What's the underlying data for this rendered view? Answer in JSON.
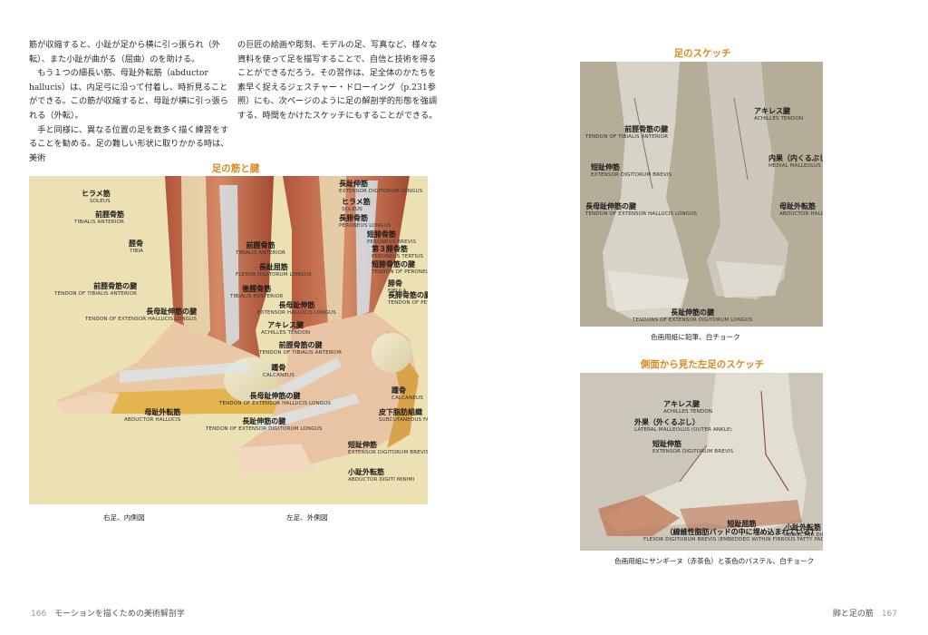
{
  "left_text": {
    "paragraphs": [
      "筋が収縮すると、小趾が足から横に引っ張られ（外転）、また小趾が曲がる（屈曲）のを助ける。",
      "もう１つの細長い筋、母趾外転筋（abductor hallucis）は、内足弓に沿って付着し、時折見ることができる。この筋が収縮すると、母趾が横に引っ張られる（外転）。",
      "手と同様に、異なる位置の足を数多く描く練習をすることを勧める。足の難しい形状に取りかかる時は、美術"
    ]
  },
  "mid_text": {
    "paragraph": "の巨匠の絵画や彫刻、モデルの足、写真など、様々な資料を使って足を描写することで、自信と技術を得ることができるだろう。その習作は、足全体のかたちを素早く捉えるジェスチャー・ドローイング（p.231参照）にも、次ページのように足の解剖学的形態を強調する、時間をかけたスケッチにもすることができる。"
  },
  "main_figure": {
    "title": "足の筋と腱",
    "labels_left": [
      {
        "jp": "ヒラメ筋",
        "en": "SOLEUS"
      },
      {
        "jp": "前脛骨筋",
        "en": "TIBIALIS ANTERIOR"
      },
      {
        "jp": "脛骨",
        "en": "TIBIA"
      },
      {
        "jp": "前脛骨筋の腱",
        "en": "TENDON OF TIBIALIS ANTERIOR"
      },
      {
        "jp": "長母趾伸筋の腱",
        "en": "TENDON OF EXTENSOR HALLUCIS LONGUS"
      },
      {
        "jp": "母趾外転筋",
        "en": "ABDUCTOR HALLUCIS"
      }
    ],
    "labels_center": [
      {
        "jp": "前脛骨筋",
        "en": "TIBIALIS ANTERIOR"
      },
      {
        "jp": "長趾屈筋",
        "en": "FLEXOR DIGITORUM LONGUS"
      },
      {
        "jp": "後脛骨筋",
        "en": "TIBIALIS POSTERIOR"
      },
      {
        "jp": "長母趾伸筋",
        "en": "EXTENSOR HALLUCIS LONGUS"
      },
      {
        "jp": "アキレス腱",
        "en": "ACHILLES TENDON"
      },
      {
        "jp": "前脛骨筋の腱",
        "en": "TENDON OF TIBIALIS ANTERIOR"
      },
      {
        "jp": "踵骨",
        "en": "CALCANEUS"
      },
      {
        "jp": "長母趾伸筋の腱",
        "en": "TENDON OF EXTENSOR HALLUCIS LONGUS"
      },
      {
        "jp": "長趾伸筋の腱",
        "en": "TENDON OF EXTENSOR DIGITORUM LONGUS"
      }
    ],
    "labels_right": [
      {
        "jp": "長趾伸筋",
        "en": "EXTENSOR DIGITORUM LONGUS"
      },
      {
        "jp": "ヒラメ筋",
        "en": "SOLEUS"
      },
      {
        "jp": "長腓骨筋",
        "en": "PERONEUS LONGUS"
      },
      {
        "jp": "短腓骨筋",
        "en": "PERONEUS BREVIS"
      },
      {
        "jp": "第３腓骨筋",
        "en": "PERONEUS TERTIUS"
      },
      {
        "jp": "短腓骨筋の腱",
        "en": "TENDON OF PERONEUS BREVIS"
      },
      {
        "jp": "腓骨",
        "en": "FIBULA"
      },
      {
        "jp": "長腓骨筋の腱",
        "en": "TENDON OF PERONEUS LONGUS"
      },
      {
        "jp": "踵骨",
        "en": "CALCANEUS"
      },
      {
        "jp": "皮下脂肪組織",
        "en": "SUBCUTANEOUS FATTY TISSUE"
      },
      {
        "jp": "短趾伸筋",
        "en": "EXTENSOR DIGITORUM BREVIS"
      },
      {
        "jp": "小趾外転筋",
        "en": "ABDUCTOR DIGITI MINIMI"
      }
    ],
    "caption_left": "右足、内側図",
    "caption_right": "左足、外側図"
  },
  "sketch1": {
    "title": "足のスケッチ",
    "labels": [
      {
        "jp": "アキレス腱",
        "en": "ACHILLES TENDON"
      },
      {
        "jp": "前脛骨筋の腱",
        "en": "TENDON OF TIBIALIS ANTERIOR"
      },
      {
        "jp": "内果（内くるぶし）",
        "en": "MEDIAL MALLEOLUS (INNER ANKLE)"
      },
      {
        "jp": "短趾伸筋",
        "en": "EXTENSOR DIGITORUM BREVIS"
      },
      {
        "jp": "母趾外転筋",
        "en": "ABDUCTOR HALLUCIS"
      },
      {
        "jp": "長母趾伸筋の腱",
        "en": "TENDON OF EXTENSOR HALLUCIS LONGUS"
      },
      {
        "jp": "長趾伸筋の腱",
        "en": "TENDONS OF EXTENSOR DIGITORUM LONGUS"
      }
    ],
    "caption": "色画用紙に鉛筆、白チョーク"
  },
  "sketch2": {
    "title": "側面から見た左足のスケッチ",
    "labels": [
      {
        "jp": "アキレス腱",
        "en": "ACHILLES TENDON"
      },
      {
        "jp": "外果（外くるぶし）",
        "en": "LATERAL MALLEOLUS (OUTER ANKLE)"
      },
      {
        "jp": "短趾伸筋",
        "en": "EXTENSOR DIGITORUM BREVIS"
      },
      {
        "jp": "小趾外転筋",
        "en": "ABDUCTOR DIGITI MINIMI"
      },
      {
        "jp": "短趾屈筋",
        "en": ""
      },
      {
        "jp": "（線維性脂肪パッドの中に埋め込まれている）",
        "en": "FLEXOR DIGITORUM BREVIS (EMBEDDED WITHIN FIBROUS FATTY PADDING)"
      }
    ],
    "caption": "色画用紙にサンギーヌ（赤茶色）と茶色のパステル、白チョーク"
  },
  "footer": {
    "left_page": "166",
    "left_title": "モーションを描くための美術解剖学",
    "right_title": "脚と足の筋",
    "right_page": "167"
  }
}
